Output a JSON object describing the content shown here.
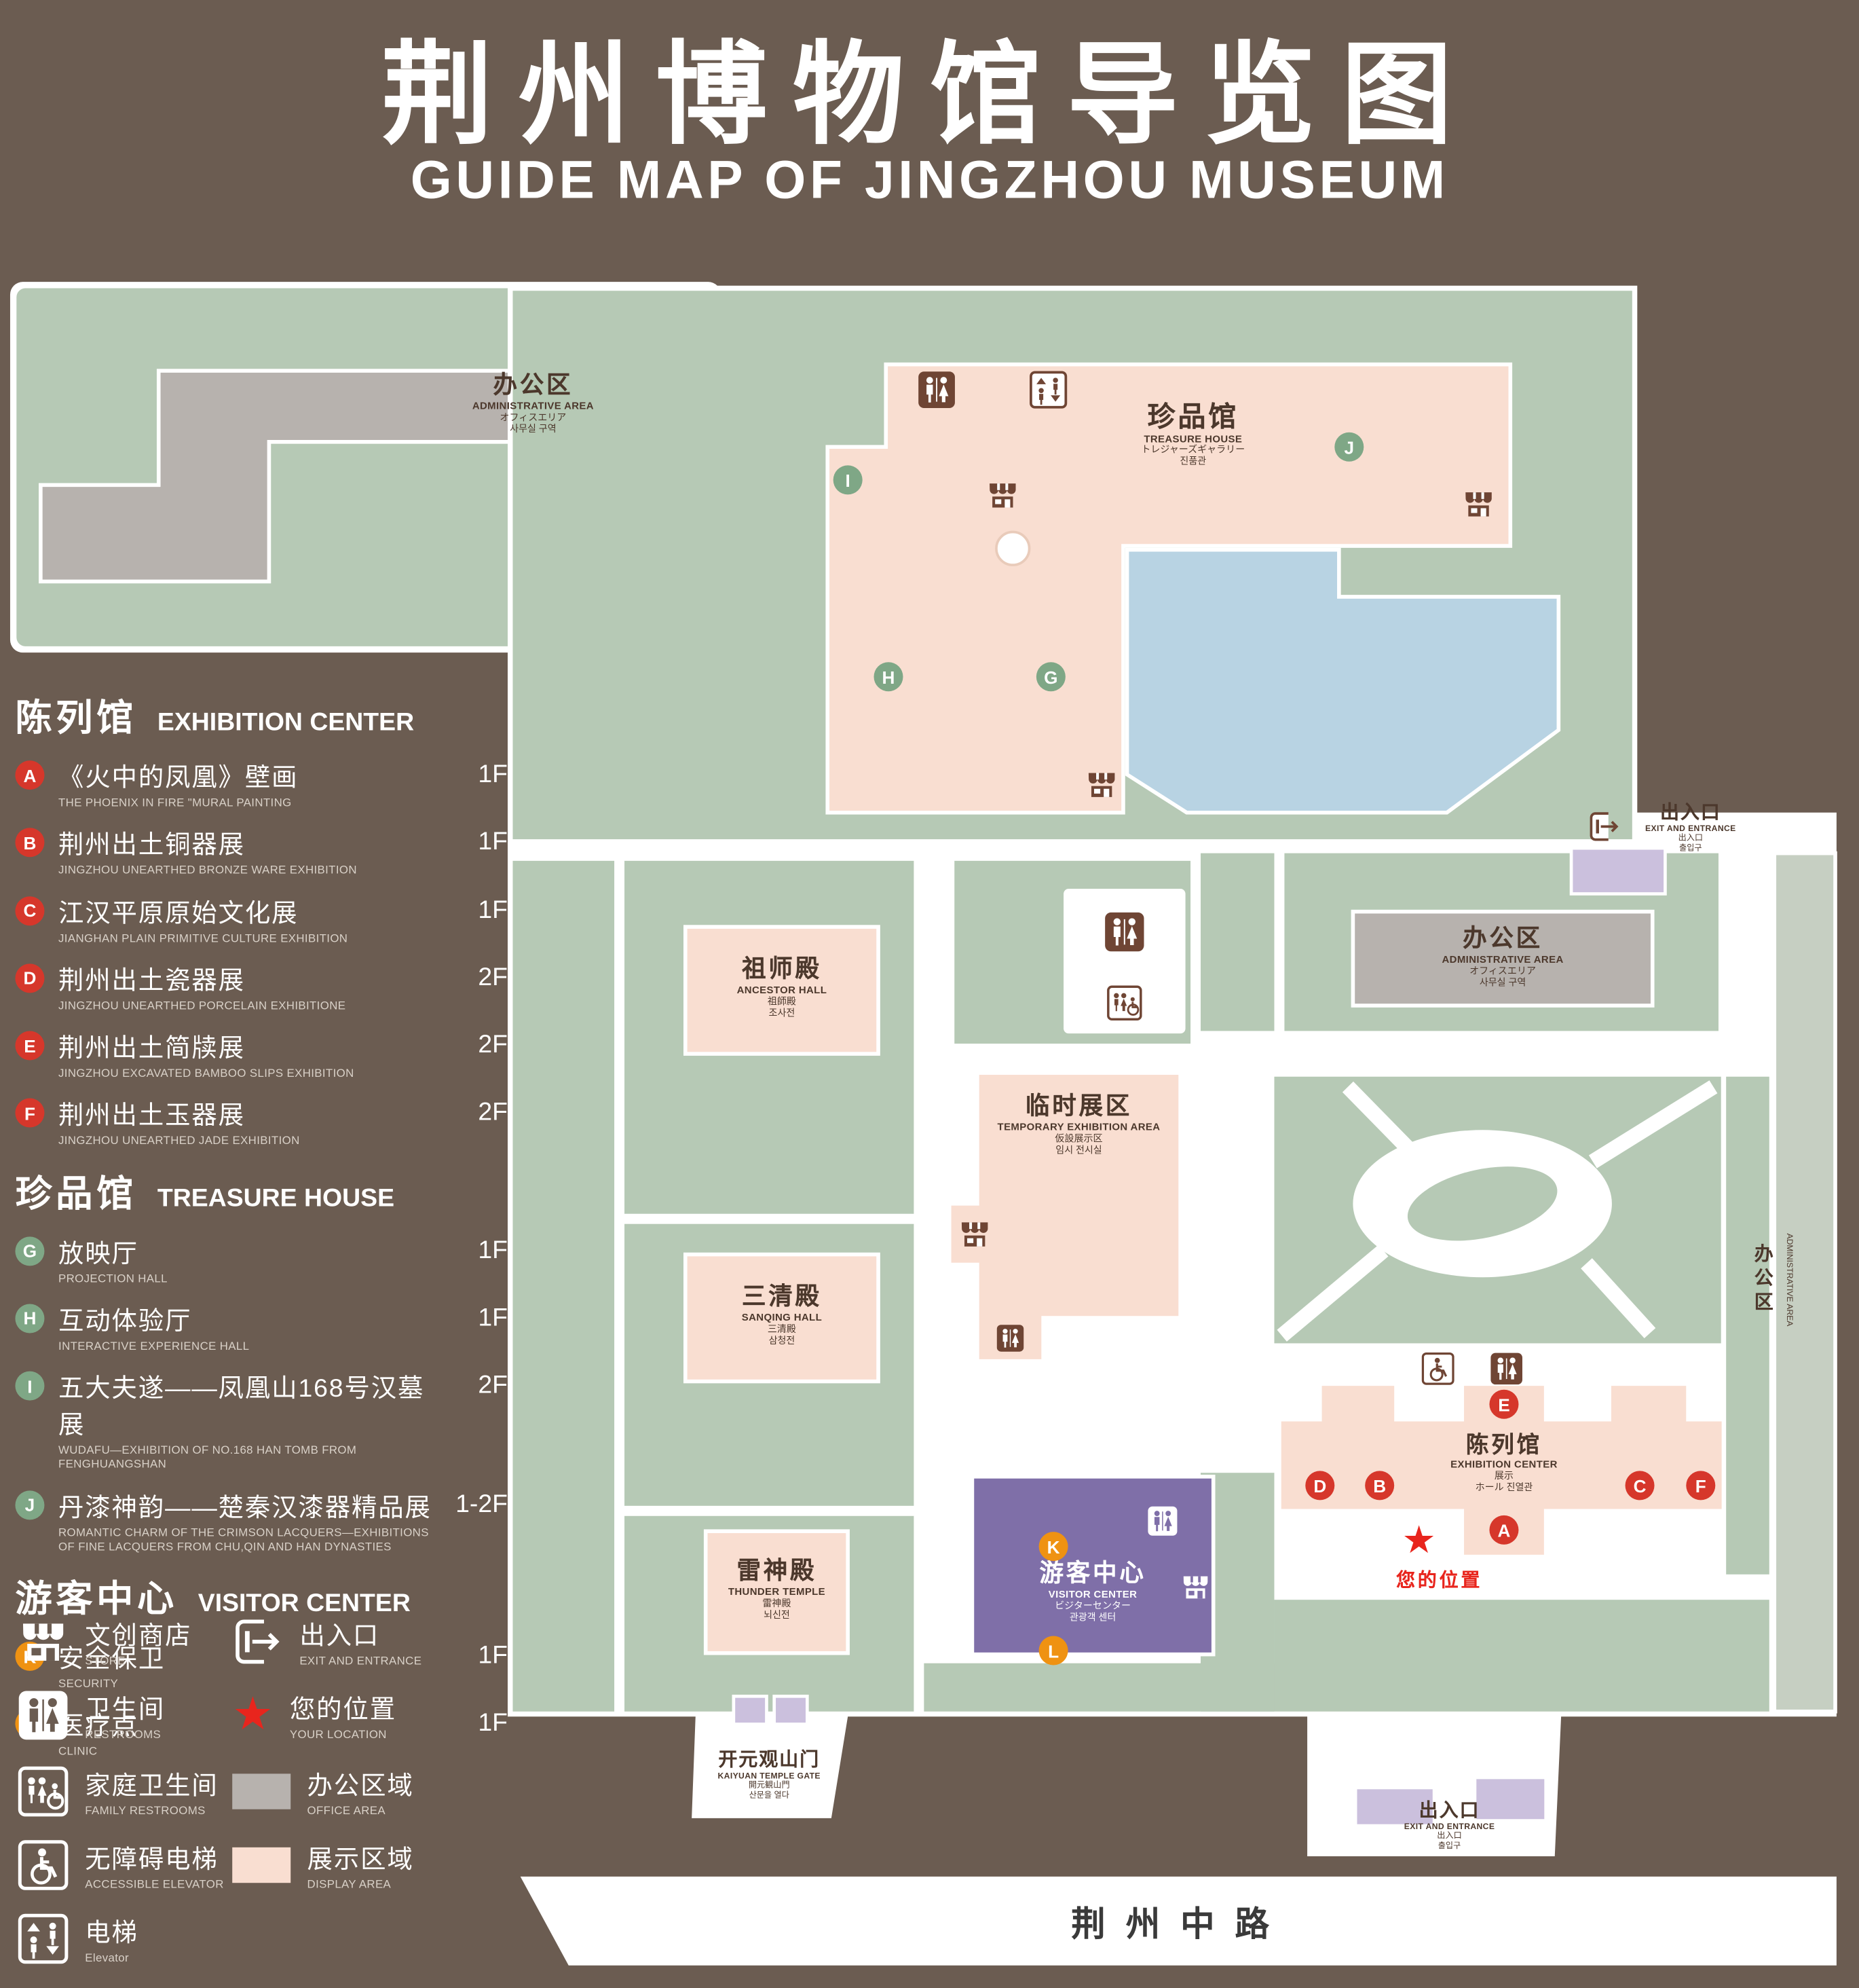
{
  "header": {
    "title_zh": "荆州博物馆导览图",
    "title_en": "GUIDE MAP OF JINGZHOU MUSEUM"
  },
  "colors": {
    "background": "#6b5c51",
    "lawn": "#b6c9b5",
    "display_area": "#f9ded1",
    "office_area": "#b7b2ae",
    "water": "#b8d3e3",
    "visitor_center": "#7f6fa8",
    "marker_red": "#d6372b",
    "marker_green": "#7fa786",
    "marker_orange": "#ef9212",
    "location_red": "#e8251d",
    "path": "#ffffff"
  },
  "legend": {
    "sections": [
      {
        "title_zh": "陈列馆",
        "title_en": "EXHIBITION CENTER",
        "items": [
          {
            "letter": "A",
            "zh": "《火中的凤凰》壁画",
            "en": "THE PHOENIX IN FIRE \"MURAL PAINTING",
            "floor": "1F"
          },
          {
            "letter": "B",
            "zh": "荆州出土铜器展",
            "en": "JINGZHOU UNEARTHED BRONZE WARE EXHIBITION",
            "floor": "1F"
          },
          {
            "letter": "C",
            "zh": "江汉平原原始文化展",
            "en": "JIANGHAN PLAIN PRIMITIVE CULTURE EXHIBITION",
            "floor": "1F"
          },
          {
            "letter": "D",
            "zh": "荆州出土瓷器展",
            "en": "JINGZHOU UNEARTHED PORCELAIN EXHIBITIONE",
            "floor": "2F"
          },
          {
            "letter": "E",
            "zh": "荆州出土简牍展",
            "en": "JINGZHOU EXCAVATED BAMBOO SLIPS EXHIBITION",
            "floor": "2F"
          },
          {
            "letter": "F",
            "zh": "荆州出土玉器展",
            "en": "JINGZHOU UNEARTHED JADE EXHIBITION",
            "floor": "2F"
          }
        ]
      },
      {
        "title_zh": "珍品馆",
        "title_en": "TREASURE HOUSE",
        "items": [
          {
            "letter": "G",
            "zh": "放映厅",
            "en": "PROJECTION HALL",
            "floor": "1F"
          },
          {
            "letter": "H",
            "zh": "互动体验厅",
            "en": "INTERACTIVE EXPERIENCE HALL",
            "floor": "1F"
          },
          {
            "letter": "I",
            "zh": "五大夫遂——凤凰山168号汉墓展",
            "en": "WUDAFU—EXHIBITION OF NO.168 HAN TOMB FROM FENGHUANGSHAN",
            "floor": "2F"
          },
          {
            "letter": "J",
            "zh": "丹漆神韵——楚秦汉漆器精品展",
            "en": "ROMANTIC CHARM OF THE CRIMSON LACQUERS—EXHIBITIONS OF FINE LACQUERS FROM CHU,QIN AND HAN DYNASTIES",
            "floor": "1-2F"
          }
        ]
      },
      {
        "title_zh": "游客中心",
        "title_en": "VISITOR CENTER",
        "items": [
          {
            "letter": "K",
            "zh": "安全保卫",
            "en": "SECURITY",
            "floor": "1F"
          },
          {
            "letter": "L",
            "zh": "医疗点",
            "en": "CLINIC",
            "floor": "1F"
          }
        ]
      }
    ],
    "icons": [
      {
        "icon": "store-icon",
        "zh": "文创商店",
        "en": "STORE"
      },
      {
        "icon": "exit-icon",
        "zh": "出入口",
        "en": "EXIT AND ENTRANCE"
      },
      {
        "icon": "restroom-icon",
        "zh": "卫生间",
        "en": "RESTROOMS"
      },
      {
        "icon": "your-location-icon",
        "zh": "您的位置",
        "en": "YOUR LOCATION"
      },
      {
        "icon": "family-restroom-icon",
        "zh": "家庭卫生间",
        "en": "FAMILY RESTROOMS"
      },
      {
        "icon": "office-area-swatch",
        "zh": "办公区域",
        "en": "OFFICE AREA"
      },
      {
        "icon": "accessible-elevator-icon",
        "zh": "无障碍电梯",
        "en": "ACCESSIBLE ELEVATOR"
      },
      {
        "icon": "display-area-swatch",
        "zh": "展示区域",
        "en": "DISPLAY AREA"
      },
      {
        "icon": "elevator-icon",
        "zh": "电梯",
        "en": "Elevator"
      }
    ]
  },
  "map": {
    "labels": {
      "admin": {
        "zh": "办公区",
        "en": "ADMINISTRATIVE AREA",
        "jp": "オフィスエリア",
        "kr": "사무실 구역"
      },
      "treasure": {
        "zh": "珍品馆",
        "en": "TREASURE HOUSE",
        "jp": "トレジャーズギャラリー",
        "kr": "진품관"
      },
      "exit": {
        "zh": "出入口",
        "en": "EXIT AND ENTRANCE",
        "jp": "出入口",
        "kr": "출입구"
      },
      "ancestor": {
        "zh": "祖师殿",
        "en": "ANCESTOR HALL",
        "jp": "祖師殿",
        "kr": "조사전"
      },
      "temporary": {
        "zh": "临时展区",
        "en": "TEMPORARY EXHIBITION AREA",
        "jp": "仮設展示区",
        "kr": "임시 전시실"
      },
      "sanqing": {
        "zh": "三清殿",
        "en": "SANQING HALL",
        "jp": "三清殿",
        "kr": "삼청전"
      },
      "thunder": {
        "zh": "雷神殿",
        "en": "THUNDER TEMPLE",
        "jp": "雷神殿",
        "kr": "뇌신전"
      },
      "visitor": {
        "zh": "游客中心",
        "en": "VISITOR CENTER",
        "jp": "ビジターセンター",
        "kr": "관광객 센터"
      },
      "exhibition": {
        "zh": "陈列馆",
        "en": "EXHIBITION CENTER",
        "jp": "展示",
        "kr": "ホール 진열관"
      },
      "gate": {
        "zh": "开元观山门",
        "en": "KAIYUAN TEMPLE GATE",
        "jp": "開元観山門",
        "kr": "산문을 열다"
      },
      "your_location": {
        "zh": "您的位置"
      },
      "road": {
        "zh": "荆州中路"
      }
    },
    "markers": [
      {
        "letter": "I"
      },
      {
        "letter": "J"
      },
      {
        "letter": "G"
      },
      {
        "letter": "H"
      },
      {
        "letter": "E"
      },
      {
        "letter": "D"
      },
      {
        "letter": "B"
      },
      {
        "letter": "C"
      },
      {
        "letter": "F"
      },
      {
        "letter": "A"
      },
      {
        "letter": "K"
      },
      {
        "letter": "L"
      }
    ]
  }
}
